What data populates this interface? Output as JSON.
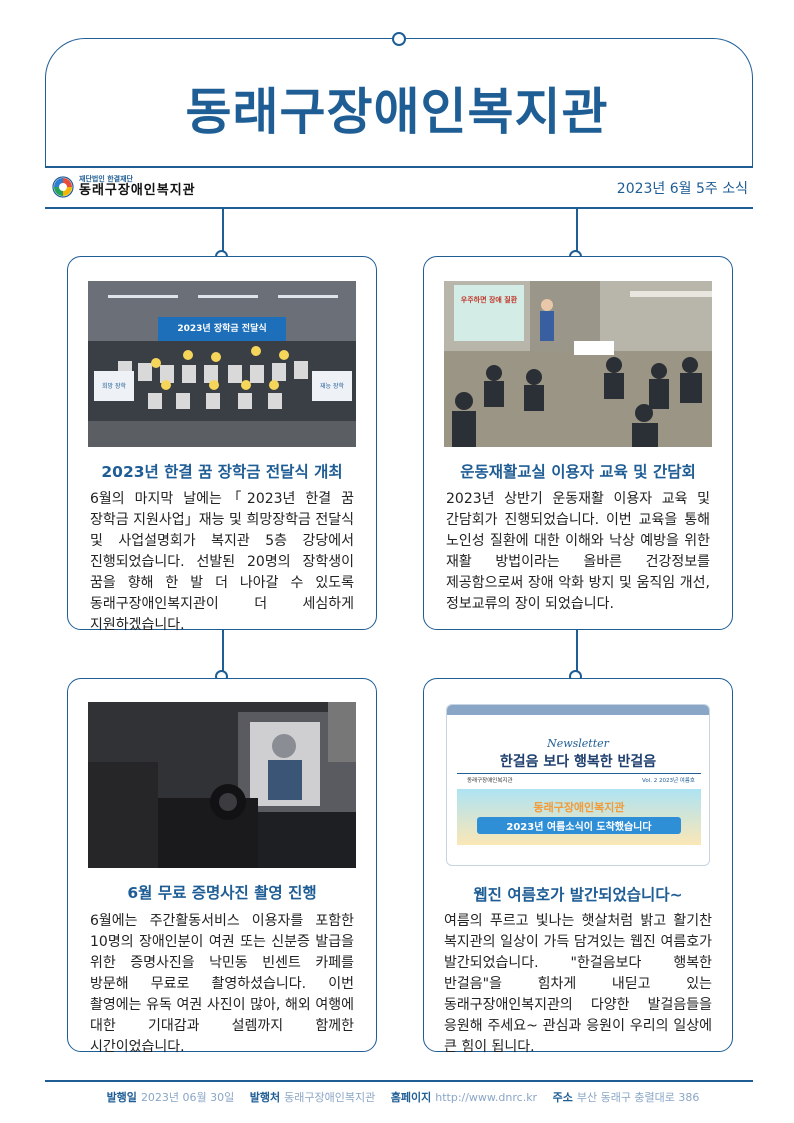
{
  "header": {
    "title": "동래구장애인복지관",
    "org_sub": "재단법인 한결재단",
    "org_name": "동래구장애인복지관",
    "issue": "2023년  6월  5주 소식"
  },
  "cards": [
    {
      "title": "2023년 한결 꿈 장학금 전달식 개최",
      "body": "6월의 마지막 날에는「2023년 한결 꿈 장학금 지원사업」재능 및 희망장학금 전달식 및 사업설명회가 복지관 5층 강당에서 진행되었습니다. 선발된 20명의 장학생이 꿈을 향해 한 발 더 나아갈 수 있도록 동래구장애인복지관이 더 세심하게 지원하겠습니다.",
      "photo_banner": "2023년 장학금 전달식",
      "photo_sign_left": "희망 장학",
      "photo_sign_right": "재능 장학"
    },
    {
      "title": "운동재활교실 이용자 교육 및 간담회",
      "body": "2023년 상반기 운동재활 이용자 교육 및 간담회가 진행되었습니다. 이번 교육을 통해 노인성 질환에 대한 이해와 낙상 예방을 위한 재활 방법이라는 올바른 건강정보를 제공함으로써 장애 악화 방지 및 움직임 개선, 정보교류의 장이 되었습니다.",
      "photo_screen": "우주하면 장애 질환"
    },
    {
      "title": "6월 무료 증명사진 촬영 진행",
      "body": "6월에는 주간활동서비스 이용자를 포함한 10명의 장애인분이 여권 또는 신분증 발급을 위한 증명사진을 낙민동 빈센트 카페를 방문해 무료로 촬영하셨습니다.  이번 촬영에는 유독 여권 사진이 많아, 해외 여행에 대한 기대감과 설렘까지 함께한 시간이었습니다."
    },
    {
      "title": "웹진 여름호가 발간되었습니다~",
      "body": "여름의 푸르고 빛나는 햇살처럼 밝고 활기찬 복지관의 일상이 가득 담겨있는 웹진 여름호가 발간되었습니다. \"한걸음보다 행복한 반걸음\"을 힘차게 내딛고 있는 동래구장애인복지관의 다양한 발걸음들을 응원해 주세요~ 관심과 응원이 우리의 일상에 큰 힘이 됩니다.",
      "webzine": {
        "newsletter": "Newsletter",
        "headline": "한걸음 보다 행복한 반걸음",
        "org": "동래구장애인복지관",
        "vol": "Vol. 2  2023년 여름호",
        "banner1": "동래구장애인복지관",
        "banner2": "2023년 여름소식이 도착했습니다"
      }
    }
  ],
  "footer": {
    "issued_label": "발행일",
    "issued": "2023년 06월 30일",
    "publisher_label": "발행처",
    "publisher": "동래구장애인복지관",
    "homepage_label": "홈페이지",
    "homepage": "http://www.dnrc.kr",
    "address_label": "주소",
    "address": "부산 동래구 충렬대로 386"
  },
  "colors": {
    "primary": "#1f5d95",
    "footer_text": "#8aa6c6"
  }
}
